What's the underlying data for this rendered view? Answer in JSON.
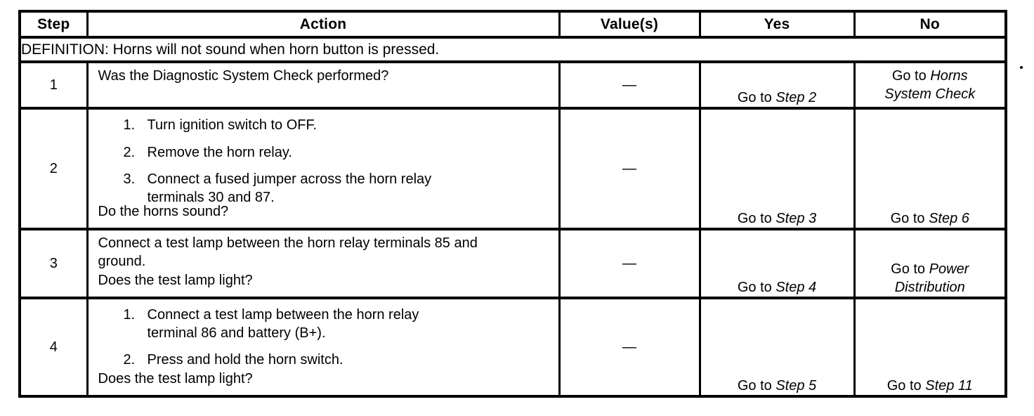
{
  "table": {
    "headers": {
      "step": "Step",
      "action": "Action",
      "values": "Value(s)",
      "yes": "Yes",
      "no": "No"
    },
    "definition": "DEFINITION: Horns will not sound when horn button is pressed.",
    "rows": [
      {
        "step": "1",
        "action": {
          "intro": "Was the Diagnostic System Check performed?",
          "question": ""
        },
        "value": "—",
        "yes": {
          "goto": "Go to",
          "target": "Step 2"
        },
        "no": {
          "goto": "Go to",
          "target": "Horns System Check"
        }
      },
      {
        "step": "2",
        "action": {
          "items": [
            {
              "num": "1.",
              "text": "Turn ignition switch to OFF."
            },
            {
              "num": "2.",
              "text": "Remove the horn relay."
            },
            {
              "num": "3.",
              "text": "Connect a fused jumper across the horn relay terminals 30 and 87."
            }
          ],
          "question": "Do the horns sound?"
        },
        "value": "—",
        "yes": {
          "goto": "Go to",
          "target": "Step 3"
        },
        "no": {
          "goto": "Go to",
          "target": "Step 6"
        }
      },
      {
        "step": "3",
        "action": {
          "intro": "Connect a test lamp between the horn relay terminals 85 and ground.",
          "question": "Does the test lamp light?"
        },
        "value": "—",
        "yes": {
          "goto": "Go to",
          "target": "Step 4"
        },
        "no": {
          "goto": "Go to",
          "target": "Power Distribution"
        }
      },
      {
        "step": "4",
        "action": {
          "items": [
            {
              "num": "1.",
              "text": "Connect a test lamp between the horn relay terminal 86 and battery (B+)."
            },
            {
              "num": "2.",
              "text": "Press and hold the horn switch."
            }
          ],
          "question": "Does the test lamp light?"
        },
        "value": "—",
        "yes": {
          "goto": "Go to",
          "target": "Step 5"
        },
        "no": {
          "goto": "Go to",
          "target": "Step 11"
        }
      }
    ]
  }
}
